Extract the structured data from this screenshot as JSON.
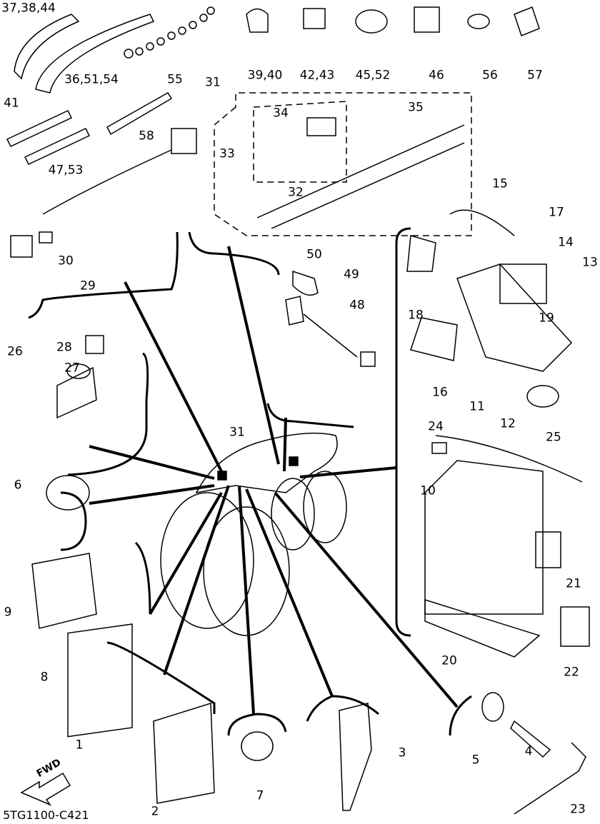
{
  "diagram_code": "5TG1100-C421",
  "fwd_label": "FWD",
  "callouts": [
    "37,38,44",
    "36,51,54",
    "55",
    "39,40",
    "42,43",
    "45,52",
    "46",
    "56",
    "57",
    "31",
    "41",
    "58",
    "34",
    "35",
    "33",
    "47,53",
    "32",
    "15",
    "17",
    "14",
    "13",
    "30",
    "29",
    "50",
    "49",
    "48",
    "18",
    "19",
    "26",
    "28",
    "27",
    "16",
    "11",
    "12",
    "24",
    "25",
    "31",
    "6",
    "10",
    "21",
    "9",
    "8",
    "20",
    "22",
    "1",
    "3",
    "5",
    "4",
    "7",
    "2",
    "23"
  ]
}
